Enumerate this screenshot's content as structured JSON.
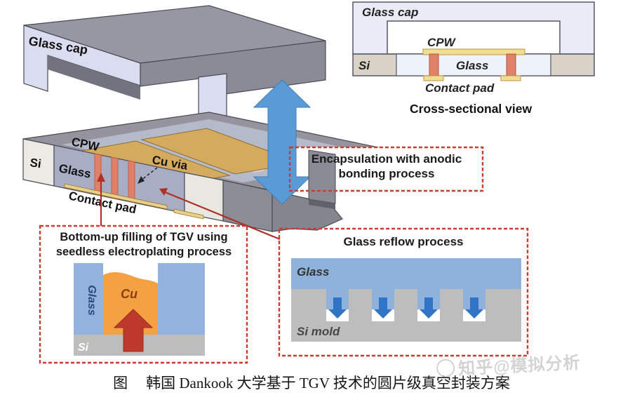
{
  "assembly_3d": {
    "cap_label": "Glass cap",
    "si": "Si",
    "glass": "Glass",
    "cpw": "CPW",
    "cu_via": "Cu via",
    "contact_pad": "Contact pad"
  },
  "cross_section": {
    "glass_cap": "Glass cap",
    "cpw": "CPW",
    "si": "Si",
    "glass": "Glass",
    "contact_pad": "Contact pad",
    "title": "Cross-sectional view"
  },
  "encapsulation": {
    "text": "Encapsulation with anodic bonding process"
  },
  "tgv_box": {
    "title": "Bottom-up filling of TGV using seedless electroplating process",
    "glass": "Glass",
    "cu": "Cu",
    "si": "Si"
  },
  "reflow_box": {
    "title": "Glass reflow process",
    "glass": "Glass",
    "si_mold": "Si mold"
  },
  "caption": {
    "figure_label": "图",
    "text": "韩国 Dankook 大学基于 TGV 技术的圆片级真空封装方案"
  },
  "watermark": {
    "text": "知乎@模拟分析"
  },
  "colors": {
    "dashed_box_red": "#cd3c31",
    "connector_red": "#b03028",
    "big_arrow_blue": "#5b9bd5",
    "reflow_arrow_blue": "#2f74c5",
    "copper_orange": "#f3a142",
    "via_salmon": "#e08169",
    "cpw_gold": "#d4aa5e",
    "glass_blue": "#8fb2dc",
    "electroplate_arrow_red": "#bc392b",
    "cap_lavender": "#dadcef",
    "slab_gray": "#95949e"
  }
}
